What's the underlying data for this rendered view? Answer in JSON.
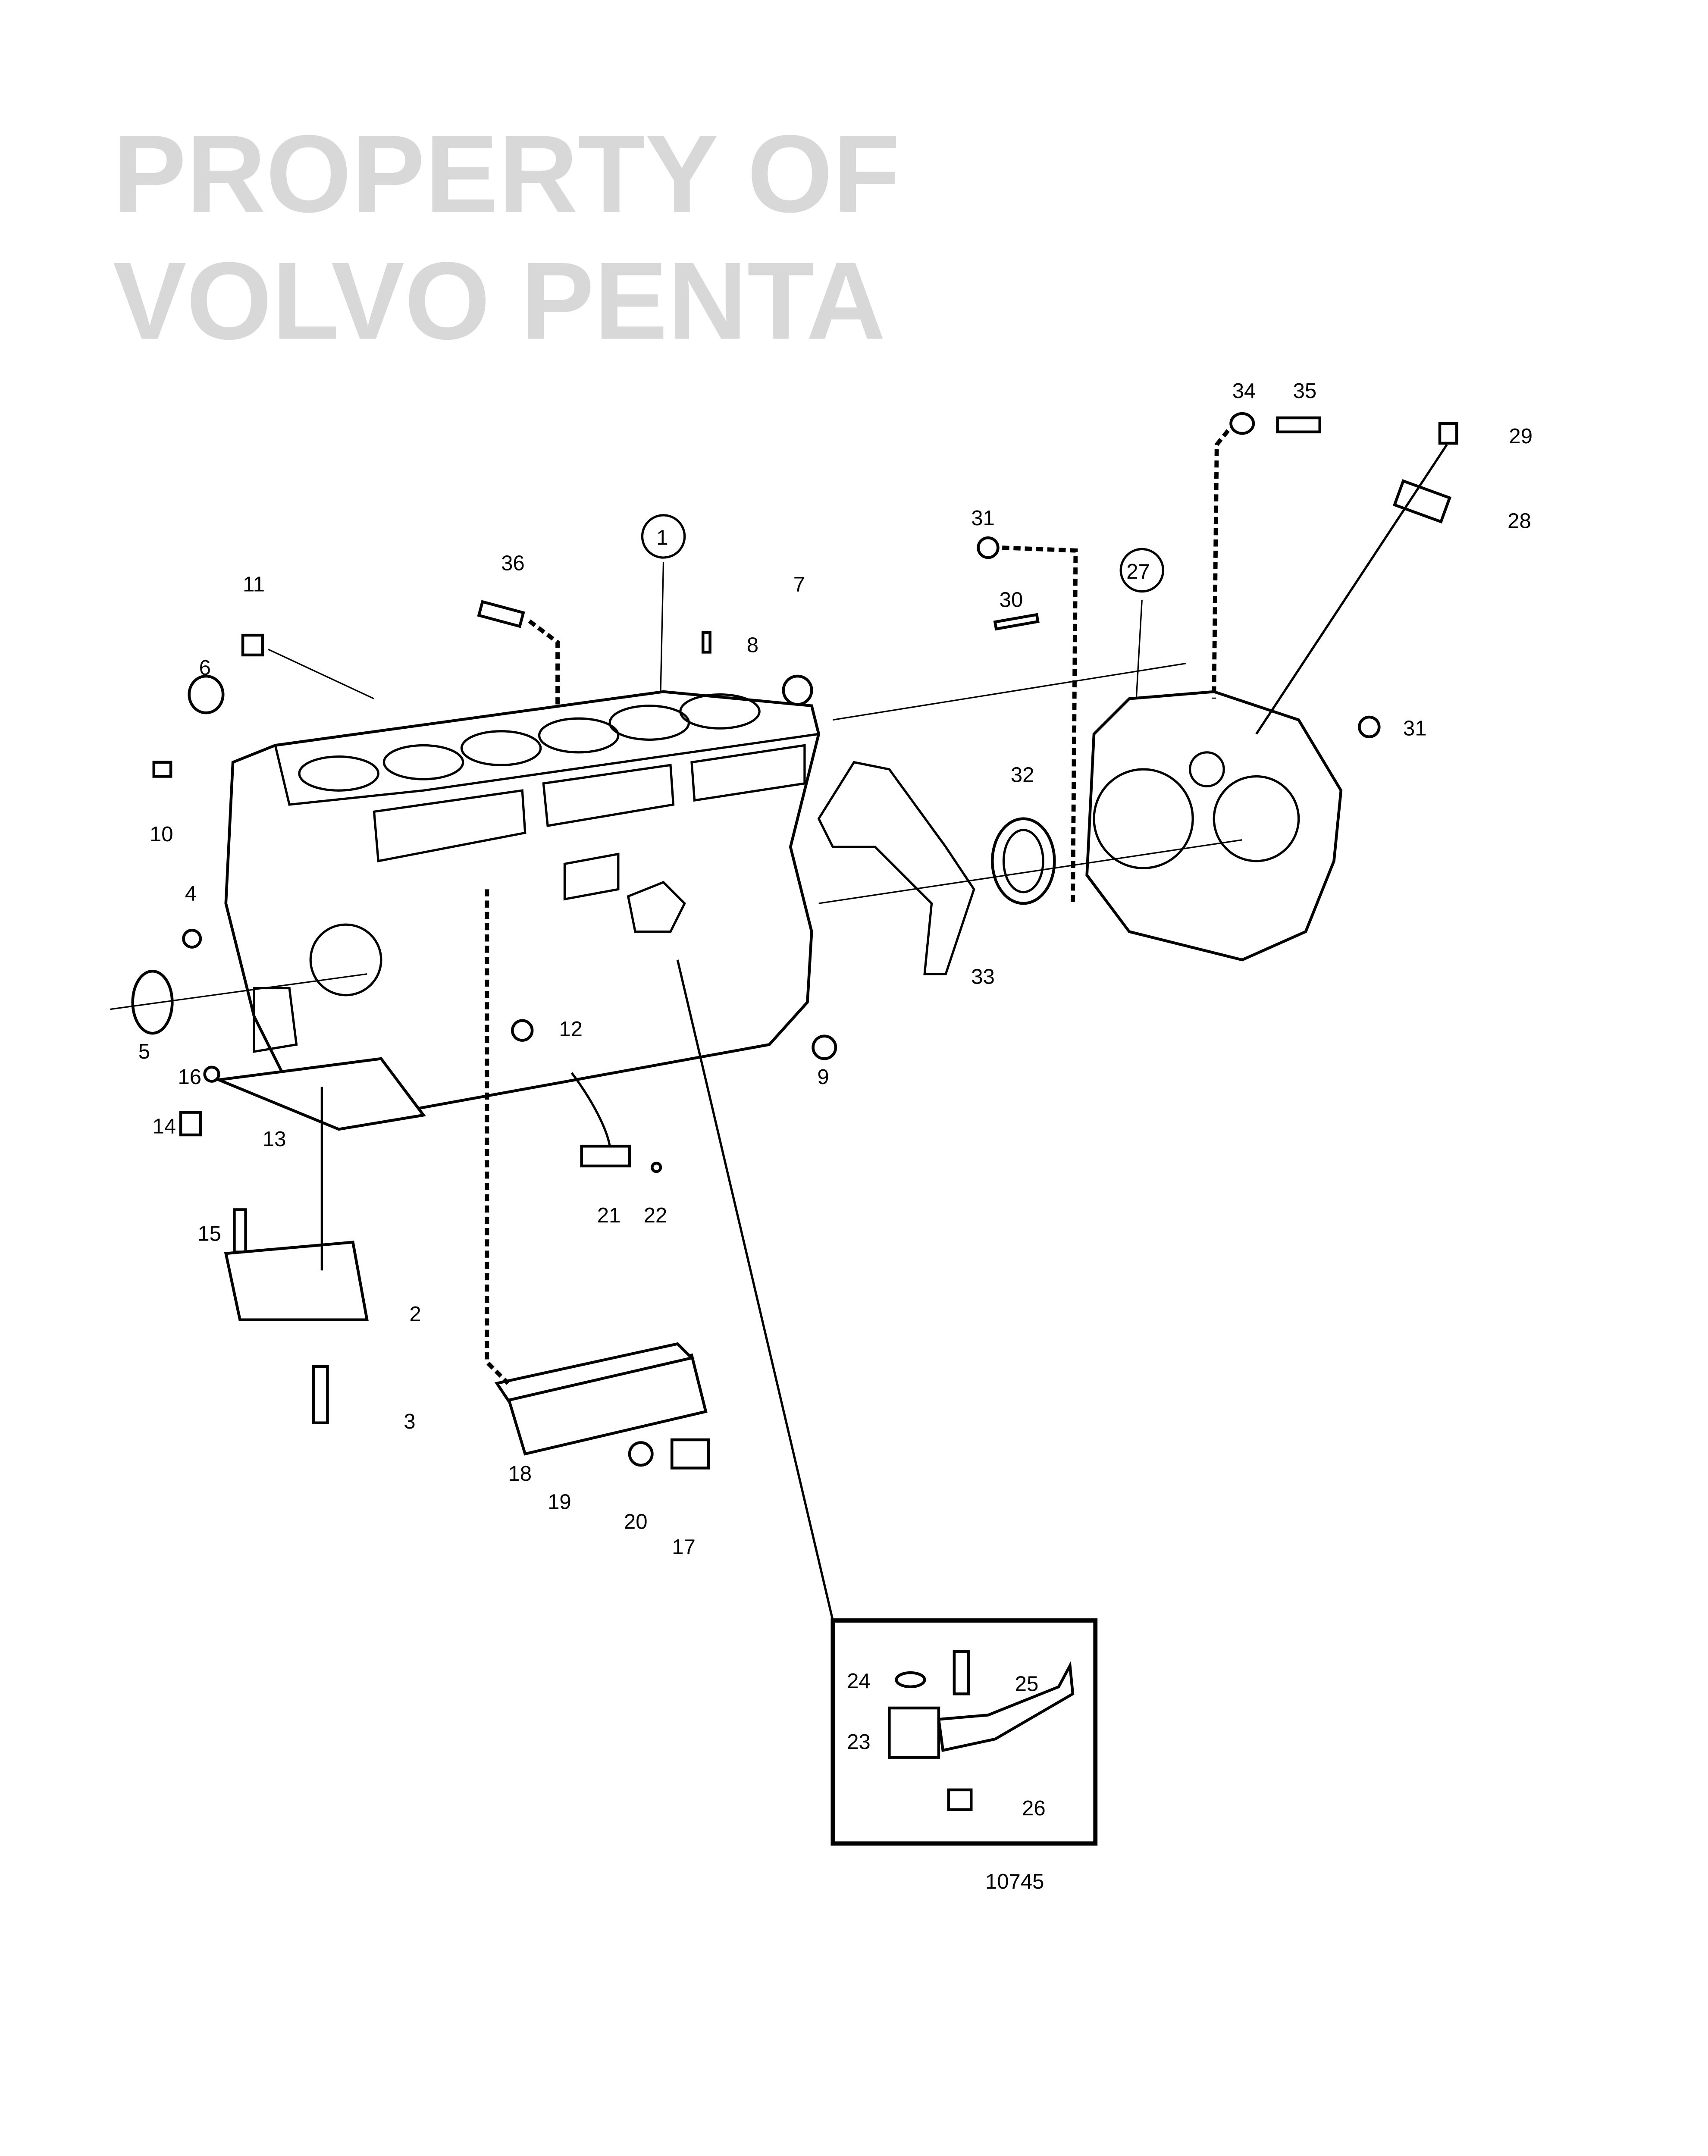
{
  "diagram": {
    "drawing_number": "10745",
    "watermark": [
      "PROPERTY OF",
      "VOLVO PENTA"
    ],
    "callouts": {
      "p1": "1",
      "p2": "2",
      "p3": "3",
      "p4": "4",
      "p5": "5",
      "p6": "6",
      "p7": "7",
      "p8": "8",
      "p9": "9",
      "p10": "10",
      "p11": "11",
      "p12": "12",
      "p13": "13",
      "p14": "14",
      "p15": "15",
      "p16": "16",
      "p17": "17",
      "p18": "18",
      "p19": "19",
      "p20": "20",
      "p21": "21",
      "p22": "22",
      "p23": "23",
      "p24": "24",
      "p25": "25",
      "p26": "26",
      "p27": "27",
      "p28": "28",
      "p29": "29",
      "p30": "30",
      "p31a": "31",
      "p31b": "31",
      "p32": "32",
      "p33": "33",
      "p34": "34",
      "p35": "35",
      "p36": "36"
    }
  }
}
